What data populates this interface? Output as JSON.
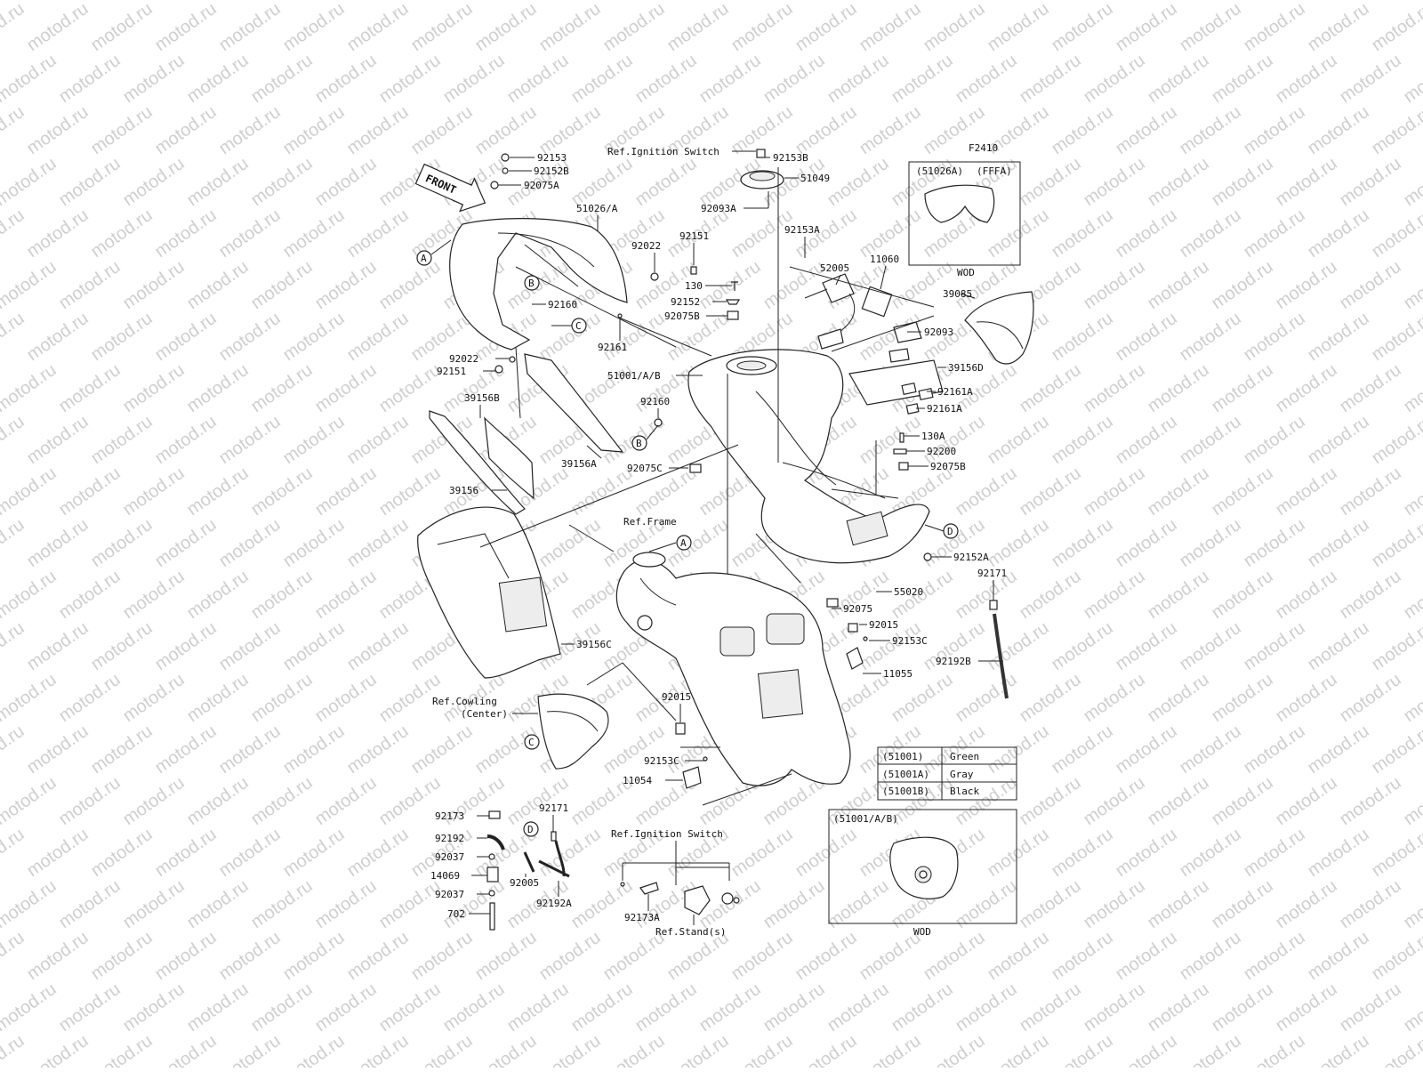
{
  "figure_code": "F2410",
  "watermark": "motod.ru",
  "front_marker": "FRONT",
  "parts": [
    "92153",
    "92152B",
    "92075A",
    "51026/A",
    "92022",
    "92151",
    "92160",
    "92161",
    "92022",
    "92151",
    "39156B",
    "39156A",
    "39156",
    "39156C",
    "92160",
    "92075C",
    "130",
    "92152",
    "92075B",
    "51001/A/B",
    "92153B",
    "51049",
    "92093A",
    "92153A",
    "52005",
    "11060",
    "92093",
    "39085",
    "39156D",
    "92161A",
    "92161A",
    "130A",
    "92200",
    "92075B",
    "92152A",
    "92171",
    "55020",
    "92075",
    "92015",
    "92153C",
    "11055",
    "92192B",
    "92015",
    "92153C",
    "11054",
    "92173",
    "92192",
    "92037",
    "14069",
    "92037",
    "702",
    "92171",
    "92005",
    "92192A",
    "92173A"
  ],
  "references": {
    "ignition_switch_top": "Ref.Ignition Switch",
    "frame": "Ref.Frame",
    "cowling_line1": "Ref.Cowling",
    "cowling_line2": "(Center)",
    "ignition_switch_bottom": "Ref.Ignition Switch",
    "stand": "Ref.Stand(s)"
  },
  "callouts": [
    "A",
    "B",
    "C",
    "B",
    "A",
    "C",
    "D",
    "D"
  ],
  "inset_top": {
    "header_left": "(51026A)",
    "header_right": "(FFFA)",
    "footer": "WOD"
  },
  "inset_bottom": {
    "header": "(51001/A/B)",
    "footer": "WOD"
  },
  "color_table": [
    {
      "part": "(51001)",
      "color": "Green"
    },
    {
      "part": "(51001A)",
      "color": "Gray"
    },
    {
      "part": "(51001B)",
      "color": "Black"
    }
  ]
}
